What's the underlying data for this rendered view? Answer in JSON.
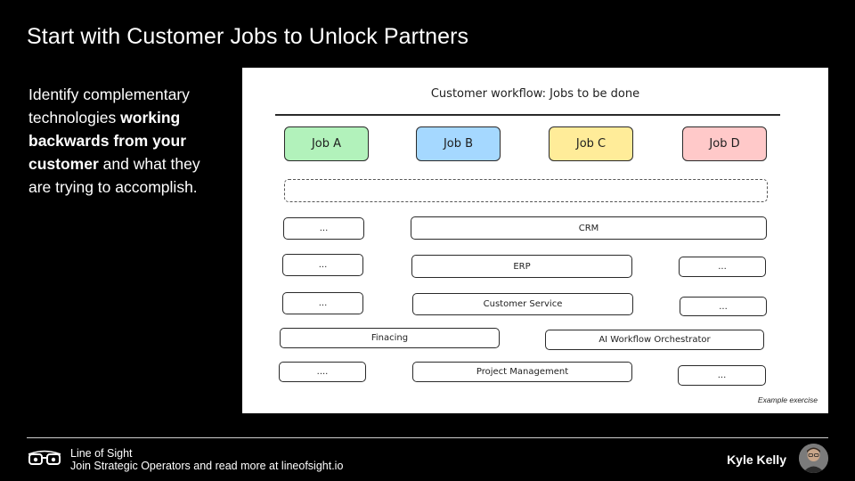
{
  "slide": {
    "title": "Start with Customer Jobs to Unlock Partners",
    "body": {
      "part1": "Identify complementary technologies ",
      "bold": "working backwards from your customer",
      "part2": " and what they are trying to accomplish."
    }
  },
  "diagram": {
    "title": "Customer workflow: Jobs to be done",
    "jobs": [
      {
        "label": "Job  A",
        "color": "#b2f2bb"
      },
      {
        "label": "Job B",
        "color": "#a5d8ff"
      },
      {
        "label": "Job C",
        "color": "#ffec99"
      },
      {
        "label": "Job D",
        "color": "#ffc9c9"
      }
    ],
    "rows": {
      "crm": {
        "left": "...",
        "main": "CRM"
      },
      "erp": {
        "left": "...",
        "main": "ERP",
        "right": "..."
      },
      "service": {
        "left": "...",
        "main": "Customer Service",
        "right": "..."
      },
      "financing": {
        "left": "Finacing",
        "right": "AI Workflow Orchestrator"
      },
      "pm": {
        "left": "....",
        "main": "Project Management",
        "right": "..."
      }
    },
    "note": "Example exercise"
  },
  "footer": {
    "brand": "Line of Sight",
    "tagline": "Join Strategic Operators and read more at lineofsight.io",
    "author": "Kyle Kelly"
  },
  "icons": {
    "logo": "glasses-eye-logo-icon",
    "avatar": "author-photo"
  }
}
